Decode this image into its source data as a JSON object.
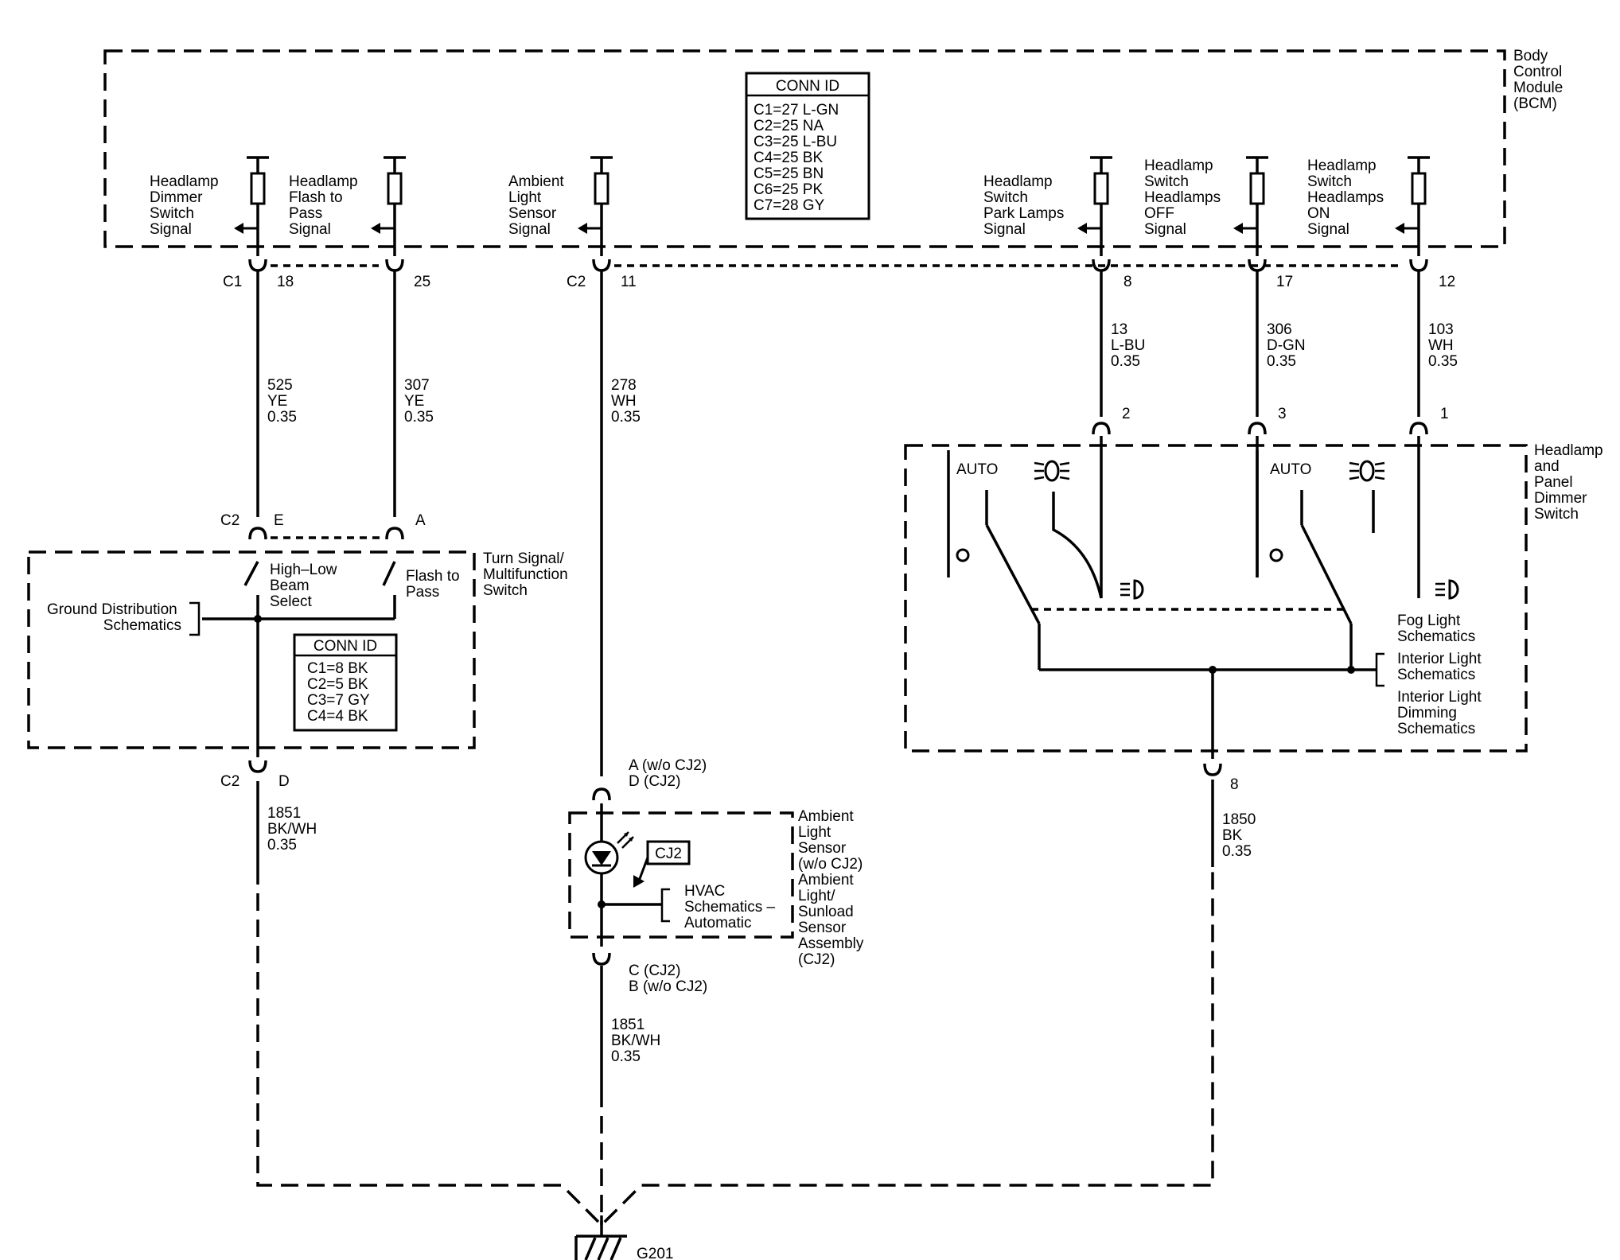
{
  "bcm": {
    "title_lines": [
      "Body",
      "Control",
      "Module",
      "(BCM)"
    ],
    "conn_id_title": "CONN ID",
    "conn_id_rows": [
      "C1=27 L-GN",
      "C2=25 NA",
      "C3=25 L-BU",
      "C4=25 BK",
      "C5=25 BN",
      "C6=25 PK",
      "C7=28 GY"
    ],
    "signals": {
      "dimmer": [
        "Headlamp",
        "Dimmer",
        "Switch",
        "Signal"
      ],
      "flash": [
        "Headlamp",
        "Flash to",
        "Pass",
        "Signal"
      ],
      "ambient": [
        "Ambient",
        "Light",
        "Sensor",
        "Signal"
      ],
      "park": [
        "Headlamp",
        "Switch",
        "Park Lamps",
        "Signal"
      ],
      "off": [
        "Headlamp",
        "Switch",
        "Headlamps",
        "OFF",
        "Signal"
      ],
      "on": [
        "Headlamp",
        "Switch",
        "Headlamps",
        "ON",
        "Signal"
      ]
    },
    "connector_c1": "C1",
    "connector_c2": "C2",
    "pins": {
      "dimmer": "18",
      "flash": "25",
      "ambient": "11",
      "park": "8",
      "off": "17",
      "on": "12"
    }
  },
  "wires": {
    "w525": [
      "525",
      "YE",
      "0.35"
    ],
    "w307": [
      "307",
      "YE",
      "0.35"
    ],
    "w278": [
      "278",
      "WH",
      "0.35"
    ],
    "w13": [
      "13",
      "L-BU",
      "0.35"
    ],
    "w306": [
      "306",
      "D-GN",
      "0.35"
    ],
    "w103": [
      "103",
      "WH",
      "0.35"
    ],
    "w1851a": [
      "1851",
      "BK/WH",
      "0.35"
    ],
    "w1851b": [
      "1851",
      "BK/WH",
      "0.35"
    ],
    "w1850": [
      "1850",
      "BK",
      "0.35"
    ]
  },
  "headlamp_switch": {
    "title_lines": [
      "Headlamp",
      "and",
      "Panel",
      "Dimmer",
      "Switch"
    ],
    "pins": {
      "park": "2",
      "off": "3",
      "on": "1",
      "ground": "8"
    },
    "auto_left": "AUTO",
    "auto_right": "AUTO",
    "refs": {
      "fog": [
        "Fog Light",
        "Schematics"
      ],
      "interior": [
        "Interior Light",
        "Schematics"
      ],
      "dimming": [
        "Interior Light",
        "Dimming",
        "Schematics"
      ]
    }
  },
  "turn_signal_switch": {
    "title_lines": [
      "Turn Signal/",
      "Multifunction",
      "Switch"
    ],
    "connector": "C2",
    "pin_e": "E",
    "pin_a": "A",
    "pin_d": "D",
    "connector_bottom": "C2",
    "high_low": [
      "High–Low",
      "Beam",
      "Select"
    ],
    "flash_to_pass": [
      "Flash to",
      "Pass"
    ],
    "ground_dist": [
      "Ground Distribution",
      "Schematics"
    ],
    "conn_id_title": "CONN ID",
    "conn_id_rows": [
      "C1=8 BK",
      "C2=5 BK",
      "C3=7 GY",
      "C4=4 BK"
    ]
  },
  "ambient_sensor": {
    "top_pins": [
      "A (w/o CJ2)",
      "D (CJ2)"
    ],
    "bottom_pins": [
      "C (CJ2)",
      "B (w/o CJ2)"
    ],
    "cj2_badge": "CJ2",
    "hvac": [
      "HVAC",
      "Schematics –",
      "Automatic"
    ],
    "title_lines": [
      "Ambient",
      "Light",
      "Sensor",
      "(w/o CJ2)",
      "Ambient",
      "Light/",
      "Sunload",
      "Sensor",
      "Assembly",
      "(CJ2)"
    ]
  },
  "ground": {
    "label": "G201"
  }
}
